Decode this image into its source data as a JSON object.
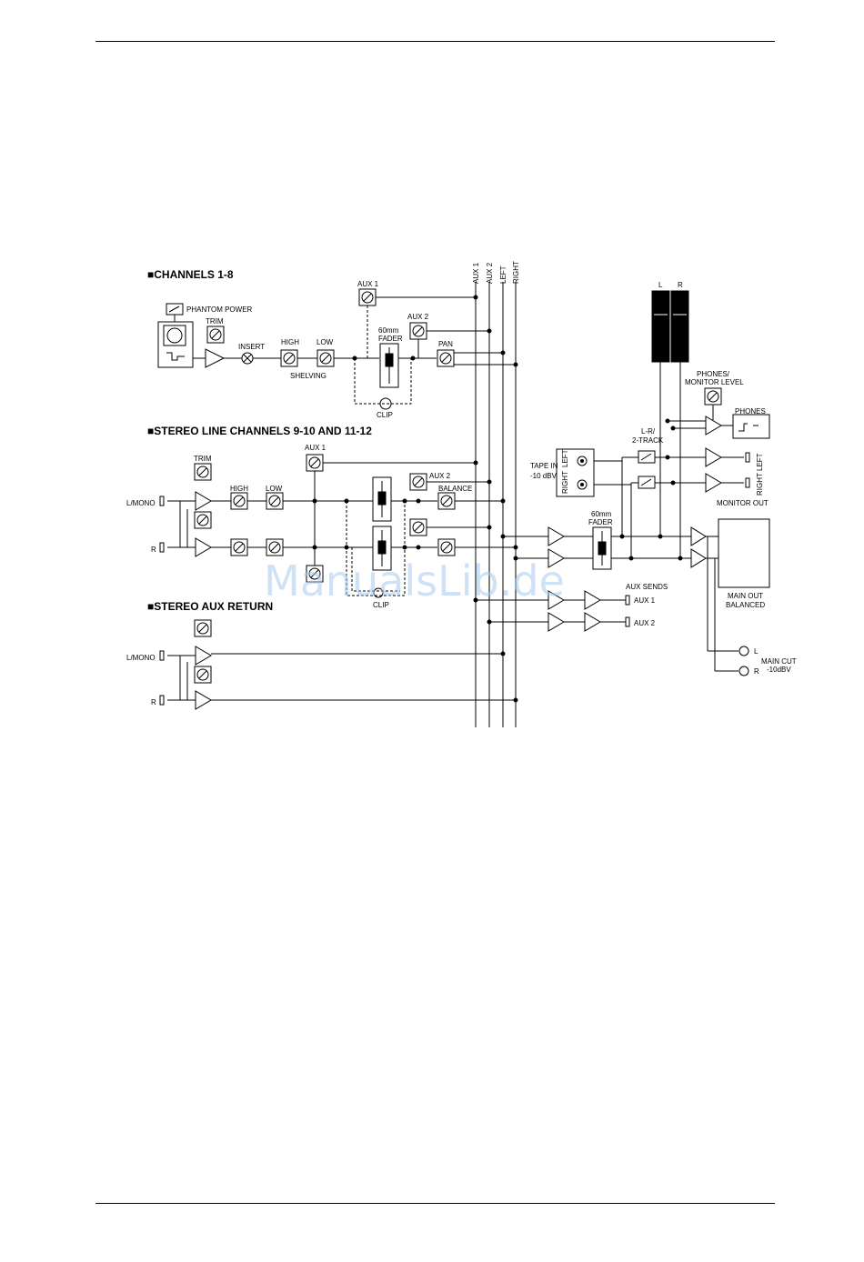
{
  "page": {
    "watermark": "ManualsLib.de"
  },
  "sections": {
    "channels": "■CHANNELS 1-8",
    "stereo_line": "■STEREO LINE CHANNELS 9-10 AND 11-12",
    "aux_return": "■STEREO AUX RETURN"
  },
  "buses": [
    "AUX 1",
    "AUX 2",
    "LEFT",
    "RIGHT"
  ],
  "labels": {
    "phantom_power": "PHANTOM POWER",
    "trim_upper": "TRIM",
    "trim": "TRIM",
    "insert": "INSERT",
    "high": "HIGH",
    "low": "LOW",
    "shelving": "SHELVING",
    "aux1": "AUX 1",
    "aux2": "AUX 2",
    "fader_60mm": "60mm",
    "fader": "FADER",
    "pan": "PAN",
    "clip": "CLIP",
    "balance": "BALANCE",
    "l_mono": "L/MONO",
    "r": "R",
    "meter_l": "L",
    "meter_r": "R",
    "phones_monitor_1": "PHONES/",
    "phones_monitor_2": "MONITOR LEVEL",
    "phones": "PHONES",
    "lr_2track_1": "L-R/",
    "lr_2track_2": "2-TRACK",
    "tape_in": "TAPE IN",
    "tape_level": "-10 dBV",
    "left": "LEFT",
    "right": "RIGHT",
    "monitor_out": "MONITOR OUT",
    "aux_sends": "AUX SENDS",
    "main_out_1": "MAIN OUT",
    "main_out_2": "BALANCED",
    "main_cut_1": "MAIN CUT",
    "main_cut_2": "-10dBV",
    "out_l": "L",
    "out_r": "R"
  }
}
